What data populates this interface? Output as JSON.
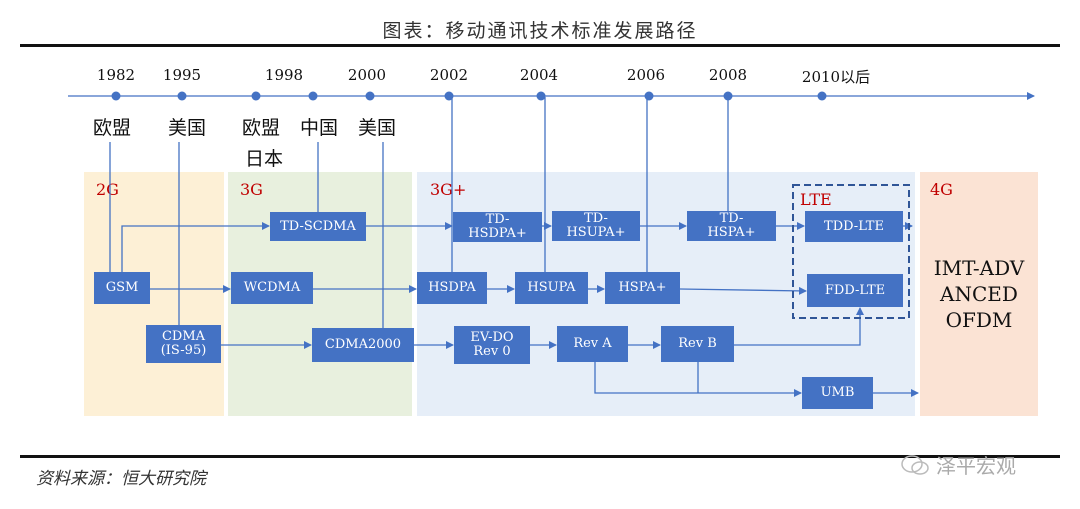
{
  "title": "图表：移动通讯技术标准发展路径",
  "footer": "资料来源：恒大研究院",
  "watermark": "泽平宏观",
  "timeline": [
    "1982",
    "1995",
    "1998",
    "2000",
    "2002",
    "2004",
    "2006",
    "2008",
    "2010以后"
  ],
  "countries": {
    "c1982": "欧盟",
    "c1995": "美国",
    "c1998a": "欧盟",
    "c1998b": "日本",
    "c2000a": "中国",
    "c2000b": "美国"
  },
  "regions": {
    "g2": "2G",
    "g3": "3G",
    "g3plus": "3G+",
    "g4": "4G",
    "lte": "LTE"
  },
  "boxes": {
    "td_scdma": "TD-SCDMA",
    "gsm": "GSM",
    "wcdma": "WCDMA",
    "cdma_1": "CDMA",
    "cdma_2": "(IS-95)",
    "cdma2000": "CDMA2000",
    "td_hsdpa_1": "TD-",
    "td_hsdpa_2": "HSDPA+",
    "td_hsupa_1": "TD-",
    "td_hsupa_2": "HSUPA+",
    "td_hspa_1": "TD-",
    "td_hspa_2": "HSPA+",
    "hsdpa": "HSDPA",
    "hsupa": "HSUPA",
    "hspa_plus": "HSPA+",
    "evdo_1": "EV-DO",
    "evdo_2": "Rev 0",
    "rev_a": "Rev A",
    "rev_b": "Rev B",
    "umb": "UMB",
    "tdd_lte": "TDD-LTE",
    "fdd_lte": "FDD-LTE"
  },
  "imt": [
    "IMT-ADV",
    "ANCED",
    "OFDM"
  ],
  "colors": {
    "box": "#4472c4",
    "g2_bg": "#fdf0d6",
    "g3_bg": "#e8f0de",
    "g3plus_bg": "#e6eef8",
    "g4_bg": "#fbe3d4",
    "region_label": "#c00000"
  }
}
